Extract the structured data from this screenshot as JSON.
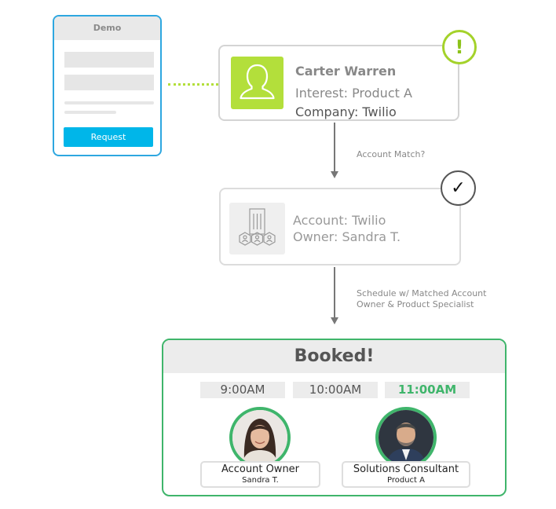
{
  "demo_form": {
    "title": "Demo",
    "request_label": "Request"
  },
  "lead": {
    "name": "Carter Warren",
    "interest": "Interest: Product A",
    "company": "Company: Twilio",
    "alert_symbol": "!"
  },
  "flow": {
    "match_label": "Account Match?",
    "schedule_label_line1": "Schedule w/ Matched Account",
    "schedule_label_line2": "Owner & Product Specialist"
  },
  "account": {
    "name": "Account: Twilio",
    "owner": "Owner: Sandra T.",
    "check_symbol": "✓"
  },
  "booking": {
    "title": "Booked!",
    "times": [
      "9:00AM",
      "10:00AM",
      "11:00AM"
    ],
    "selected_time": "11:00AM",
    "people": [
      {
        "role": "Account Owner",
        "name": "Sandra T."
      },
      {
        "role": "Solutions Consultant",
        "name": "Product A"
      }
    ]
  },
  "colors": {
    "lime": "#b3df3b",
    "form_blue": "#00b6e9",
    "booked_green": "#3fb56b"
  }
}
